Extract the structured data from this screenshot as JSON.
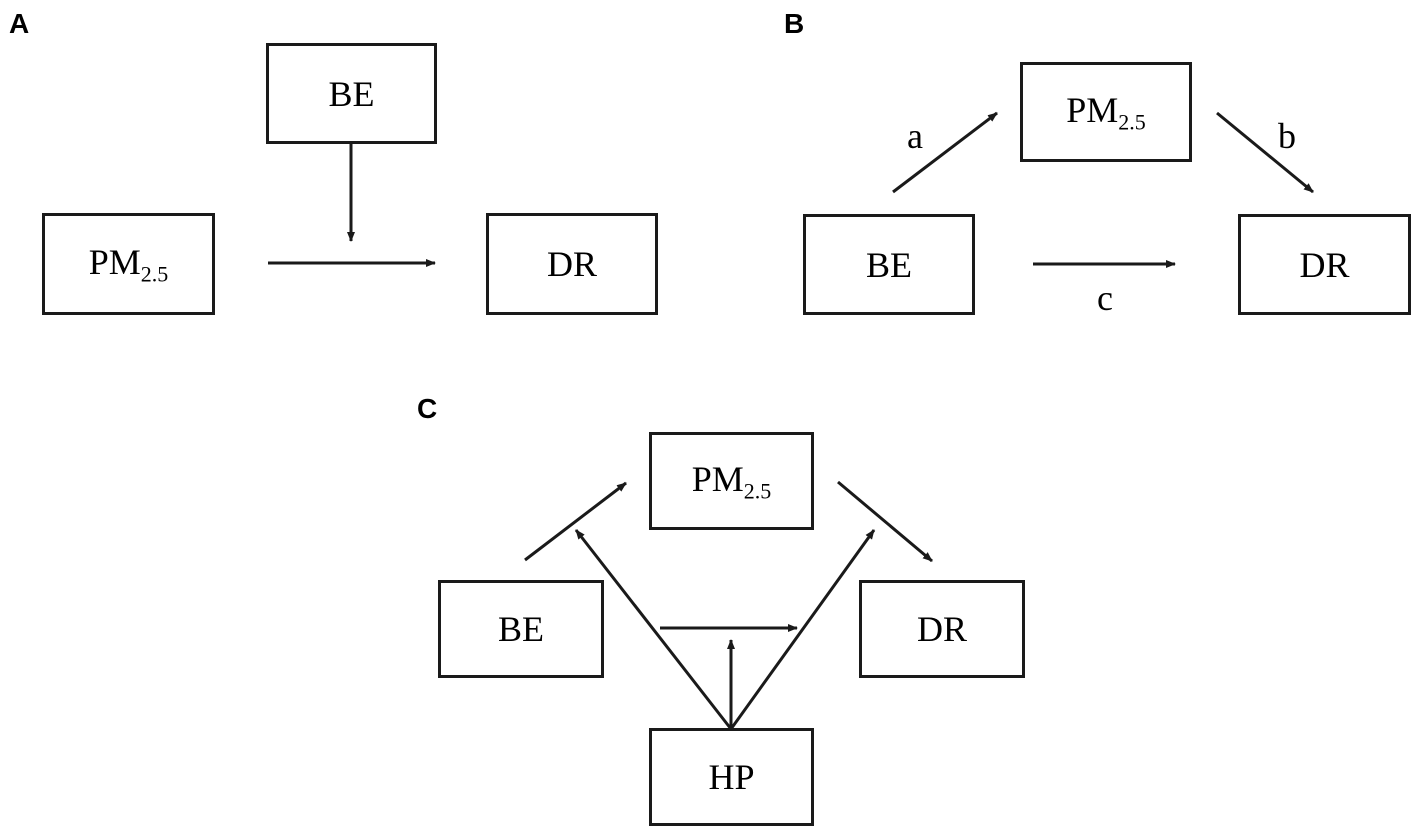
{
  "panels": {
    "A": {
      "label": "A",
      "nodes": {
        "be": "BE",
        "pm_main": "PM",
        "pm_sub": "2.5",
        "dr": "DR"
      }
    },
    "B": {
      "label": "B",
      "nodes": {
        "pm_main": "PM",
        "pm_sub": "2.5",
        "be": "BE",
        "dr": "DR"
      },
      "paths": {
        "a": "a",
        "b": "b",
        "c": "c"
      }
    },
    "C": {
      "label": "C",
      "nodes": {
        "pm_main": "PM",
        "pm_sub": "2.5",
        "be": "BE",
        "dr": "DR",
        "hp": "HP"
      }
    }
  },
  "colors": {
    "stroke": "#1a1a1a",
    "background": "#ffffff"
  }
}
